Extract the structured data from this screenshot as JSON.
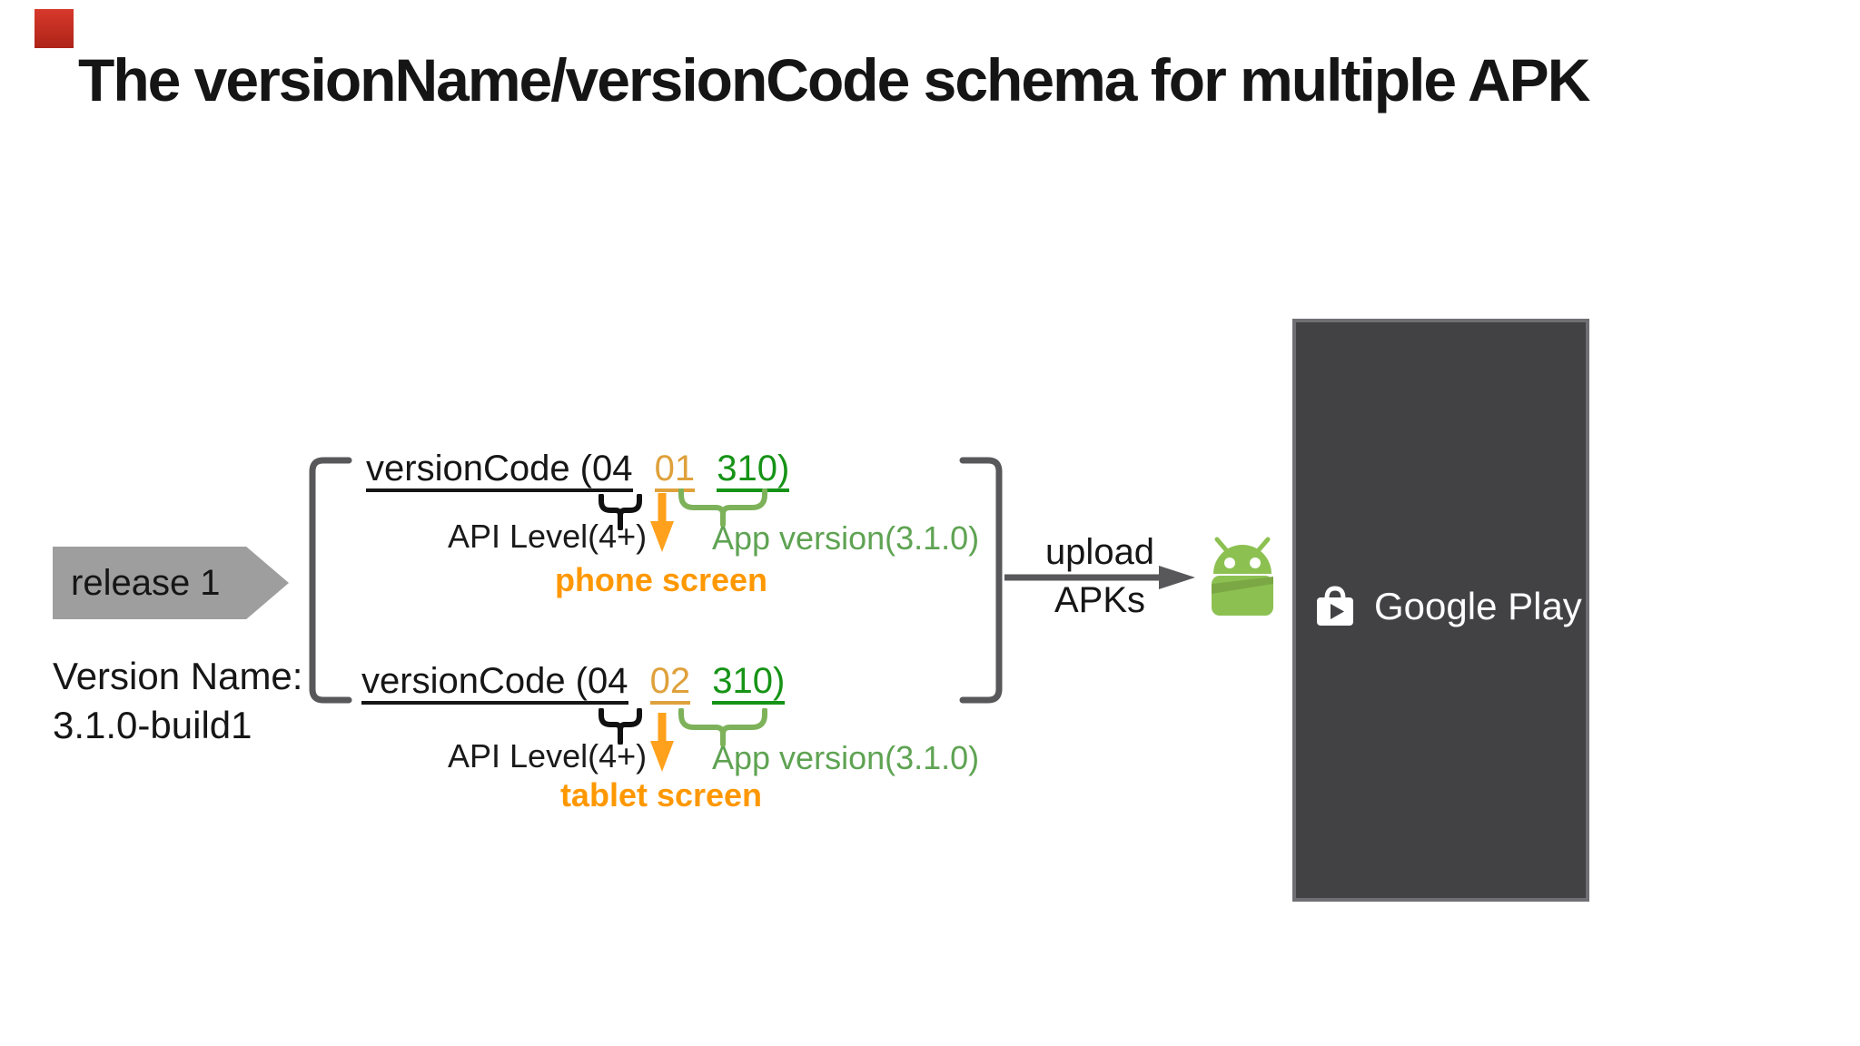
{
  "title": "The versionName/versionCode schema for multiple APK",
  "release": {
    "label": "release 1",
    "version_name_caption": "Version Name:",
    "version_name_value": "3.1.0-build1"
  },
  "apk_lines": [
    {
      "black_part": "versionCode (04",
      "api_digit_part": "01",
      "version_part": "310)",
      "api_label": "API Level(4+)",
      "app_version_label": "App version(3.1.0)",
      "screen_label": "phone screen"
    },
    {
      "black_part": "versionCode (04",
      "api_digit_part": "02",
      "version_part": "310)",
      "api_label": "API Level(4+)",
      "app_version_label": "App version(3.1.0)",
      "screen_label": "tablet screen"
    }
  ],
  "upload": {
    "line1": "upload",
    "line2": "APKs"
  },
  "google_play": {
    "label": "Google Play"
  },
  "icons": {
    "android": "android-robot-icon",
    "google_play_bag": "play-store-bag-icon",
    "upload_arrow": "right-arrow-icon",
    "down_arrows": "orange-down-arrow-icon"
  },
  "colors": {
    "digit_orange": "#DFA13C",
    "accent_orange": "#FF9800",
    "arrow_orange": "#FFA11C",
    "version_green": "#169316",
    "label_green": "#5FA353",
    "brace_green": "#7DB25A",
    "shape_gray": "#9E9E9E",
    "line_gray": "#58585A",
    "play_box_bg": "#424245",
    "play_box_border": "#6F6F74",
    "android_green": "#8CC152",
    "red_marker": "#CE3226",
    "background": "#FFFFFF"
  }
}
